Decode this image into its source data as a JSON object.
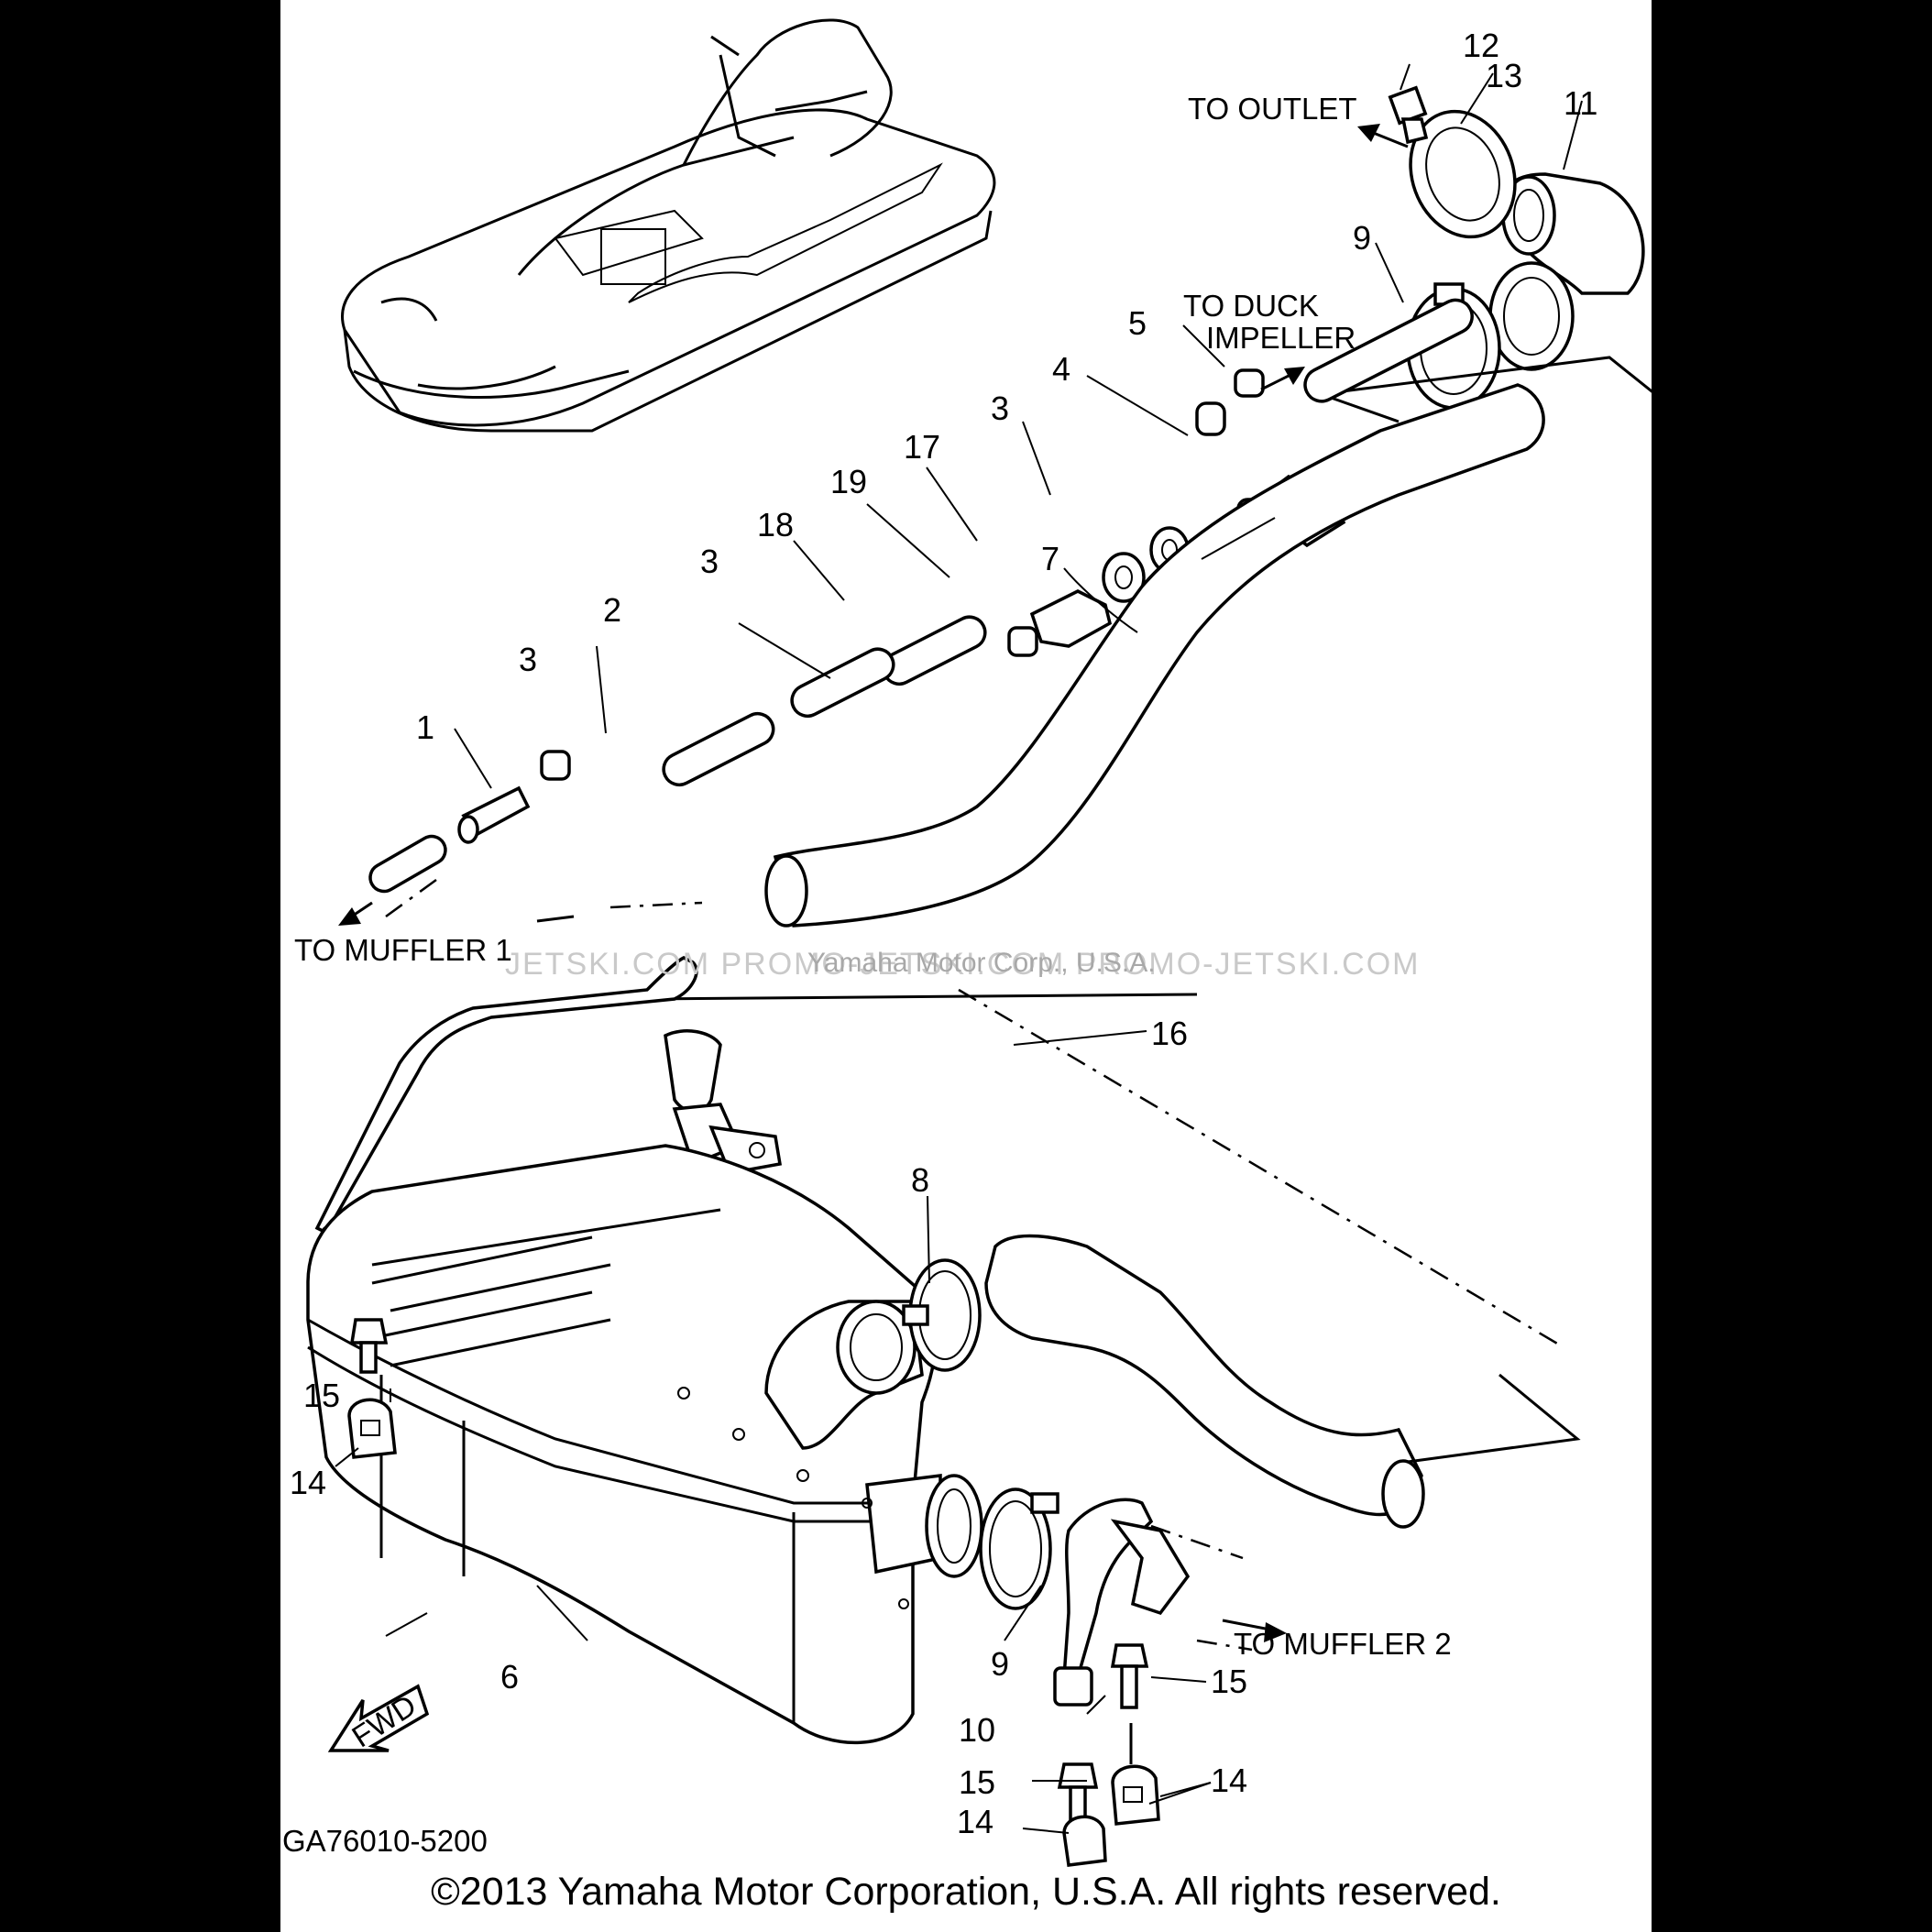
{
  "diagram": {
    "destinations": {
      "to_outlet": "TO OUTLET",
      "to_duck_line1": "TO DUCK",
      "to_duck_line2": "IMPELLER",
      "to_muffler_1": "TO MUFFLER 1",
      "to_muffler_2": "TO MUFFLER 2"
    },
    "callouts": {
      "c1": "1",
      "c2": "2",
      "c3a": "3",
      "c3b": "3",
      "c3c": "3",
      "c4": "4",
      "c5": "5",
      "c6": "6",
      "c7": "7",
      "c8": "8",
      "c9a": "9",
      "c9b": "9",
      "c10": "10",
      "c11": "11",
      "c12": "12",
      "c13": "13",
      "c14a": "14",
      "c14b": "14",
      "c14c": "14",
      "c15a": "15",
      "c15b": "15",
      "c15c": "15",
      "c16": "16",
      "c17": "17",
      "c18": "18",
      "c19": "19"
    },
    "fwd_mark": "FWD",
    "drawing_code": "GA76010-5200",
    "watermark": "JETSKI.COM   PROMO-JETSKI.COM   PROMO-JETSKI.COM",
    "watermark_overlay": "Yamaha Motor Corp., U.S.A."
  },
  "footer": {
    "copyright": "©2013 Yamaha Motor Corporation, U.S.A. All rights reserved."
  }
}
